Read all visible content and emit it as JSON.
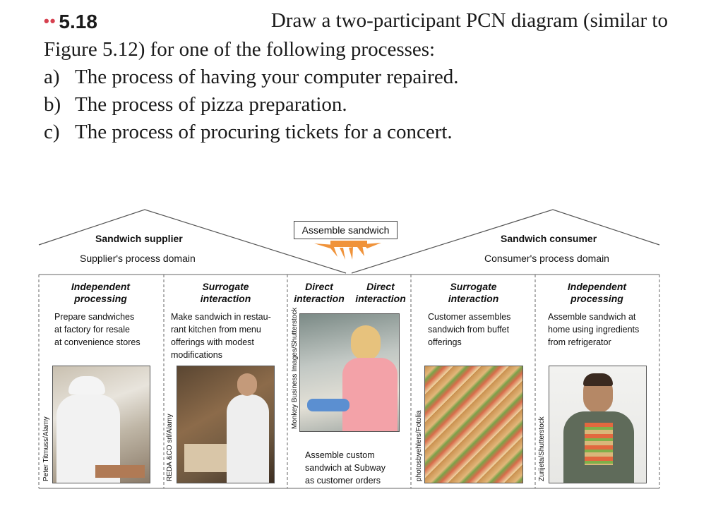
{
  "problem": {
    "dots": "••",
    "number": "5.18",
    "line1_a": "Draw a two-participant PCN diagram (similar to",
    "line2": "Figure 5.12) for one of the following processes:",
    "items": [
      {
        "letter": "a)",
        "text": "The process of having your computer repaired."
      },
      {
        "letter": "b)",
        "text": "The process of pizza preparation."
      },
      {
        "letter": "c)",
        "text": "The process of procuring tickets for a concert."
      }
    ]
  },
  "figure": {
    "supplier_title": "Sandwich supplier",
    "supplier_domain": "Supplier's process domain",
    "consumer_title": "Sandwich consumer",
    "consumer_domain": "Consumer's process domain",
    "assemble_label": "Assemble sandwich",
    "columns": [
      {
        "head": "Independent processing",
        "head1": "Independent",
        "head2": "processing",
        "text": [
          "Prepare sandwiches",
          "at factory for resale",
          "at convenience stores"
        ],
        "credit": "Peter Titmuss/Alamy"
      },
      {
        "head1": "Surrogate",
        "head2": "interaction",
        "text": [
          "Make sandwich in restau-",
          "rant kitchen from menu",
          "offerings with modest",
          "modifications"
        ],
        "credit": "REDA &CO srl/Alamy"
      },
      {
        "head1a": "Direct",
        "head2a": "interaction",
        "head1b": "Direct",
        "head2b": "interaction",
        "text": [
          "Assemble custom",
          "sandwich at Subway",
          "as customer orders"
        ],
        "credit": "Monkey Business Images/Shutterstock"
      },
      {
        "head1": "Surrogate",
        "head2": "interaction",
        "text": [
          "Customer assembles",
          "sandwich from buffet",
          "offerings"
        ],
        "credit": "photosbyehlers/Fotolia"
      },
      {
        "head1": "Independent",
        "head2": "processing",
        "text": [
          "Assemble sandwich at",
          "home using ingredients",
          "from refrigerator"
        ],
        "credit": "Zurijeta/Shutterstock"
      }
    ]
  },
  "colors": {
    "dots": "#d6404f",
    "burst": "#f0933a",
    "line": "#555555"
  }
}
